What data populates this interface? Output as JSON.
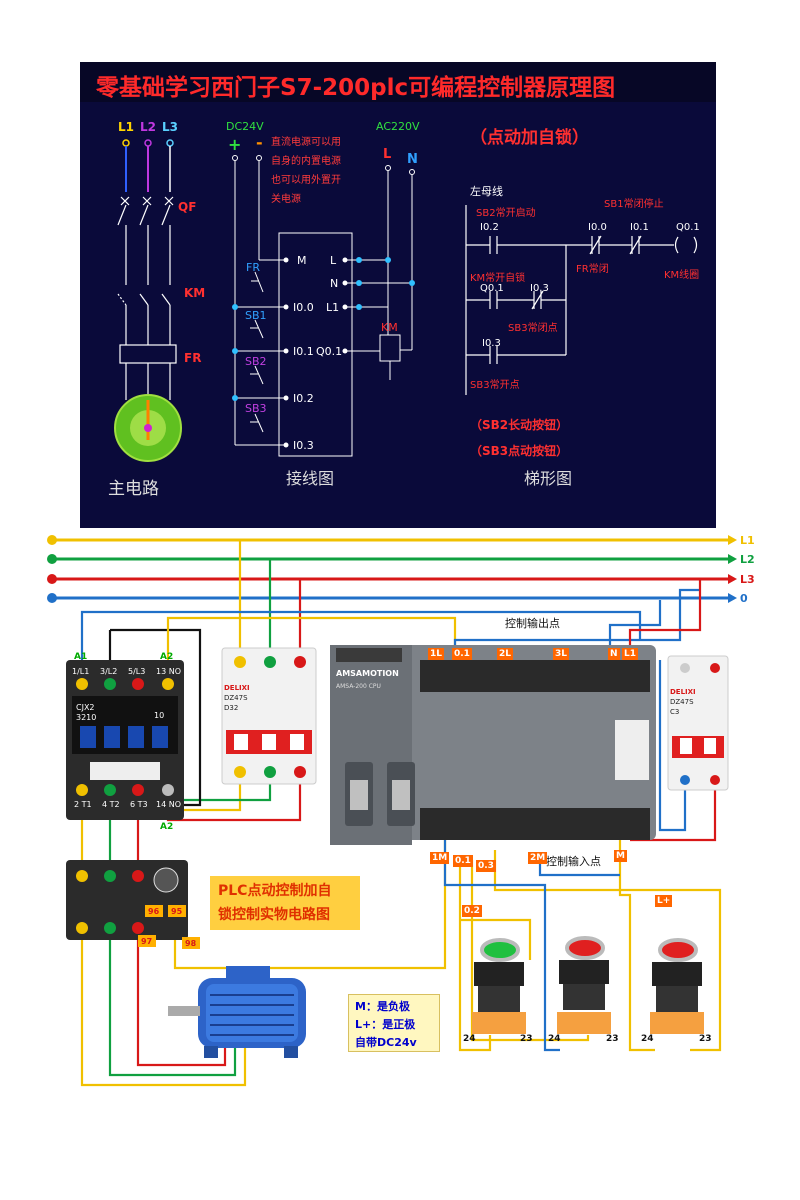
{
  "title": "零基础学习西门子S7-200plc可编程控制器原理图",
  "main_circuit": {
    "phases": [
      "L1",
      "L2",
      "L3"
    ],
    "phase_colors": [
      "#ffd400",
      "#c038e0",
      "#5ad0ff"
    ],
    "qf": "QF",
    "km": "KM",
    "fr": "FR",
    "caption": "主电路"
  },
  "wiring": {
    "dc_label": "DC24V",
    "plus": "+",
    "minus": "-",
    "note_lines": [
      "直流电源可以用",
      "自身的内置电源",
      "也可以用外置开",
      "关电源"
    ],
    "ac_label": "AC220V",
    "l": "L",
    "n": "N",
    "terminals_left": [
      "M",
      "I0.0",
      "I0.1",
      "I0.2",
      "I0.3"
    ],
    "terminals_right": [
      "L",
      "N",
      "L1",
      "Q0.1"
    ],
    "fr": "FR",
    "sb1": "SB1",
    "sb2": "SB2",
    "sb3": "SB3",
    "km": "KM",
    "caption": "接线图"
  },
  "ladder": {
    "heading": "（点动加自锁）",
    "left_bus": "左母线",
    "sb2_label": "SB2常开启动",
    "sb1_label": "SB1常闭停止",
    "i02": "I0.2",
    "i00": "I0.0",
    "i01": "I0.1",
    "q01": "Q0.1",
    "fr_label": "FR常闭",
    "km_coil": "KM线圈",
    "km_self": "KM常开自锁",
    "q01b": "Q0.1",
    "i03a": "I0.3",
    "sb3_nc": "SB3常闭点",
    "i03b": "I0.3",
    "sb3_no": "SB3常开点",
    "note1": "（SB2长动按钮）",
    "note2": "（SB3点动按钮）",
    "caption": "梯形图"
  },
  "bus_lines": [
    {
      "name": "L1",
      "color": "#f0c000"
    },
    {
      "name": "L2",
      "color": "#10a040"
    },
    {
      "name": "L3",
      "color": "#d81818"
    },
    {
      "name": "0",
      "color": "#2070c8"
    }
  ],
  "contactor": {
    "top_labels": [
      "A1",
      "1/L1",
      "3/L2",
      "5/L3",
      "13 NO"
    ],
    "a2_top": "A2",
    "model": "CJX2\n3210",
    "model1": "CJX2",
    "model2": "3210",
    "rating": "10",
    "bottom_labels": [
      "2 T1",
      "4 T2",
      "6 T3",
      "14 NO"
    ],
    "a2_bottom": "A2"
  },
  "breaker1": {
    "brand": "DELIXI",
    "model": "DZ47S",
    "rating": "D32"
  },
  "breaker2": {
    "brand": "DELIXI",
    "model": "DZ47S",
    "rating": "C3"
  },
  "plc": {
    "brand": "AMSAMOTION",
    "model": "AMSA-200 CPU",
    "output_title": "控制输出点",
    "output_tags": [
      "1L",
      "0.1",
      "2L",
      "3L",
      "N",
      "L1"
    ],
    "input_title": "控制输入点",
    "input_tags": [
      "1M",
      "0.1",
      "0.3",
      "0.2",
      "2M",
      "M"
    ],
    "lplus": "L+"
  },
  "relay": {
    "n96": "96",
    "n95": "95",
    "n97": "97",
    "n98": "98"
  },
  "note": [
    "PLC点动控制加自",
    "锁控制实物电路图"
  ],
  "legend": [
    "M：是负极",
    "L+：是正极",
    "自带DC24v"
  ],
  "buttons": [
    {
      "color": "#20c040",
      "t24": "24",
      "t23": "23"
    },
    {
      "color": "#e02020",
      "t24": "24",
      "t23": "23"
    },
    {
      "color": "#e02020",
      "t24": "24",
      "t23": "23"
    }
  ]
}
